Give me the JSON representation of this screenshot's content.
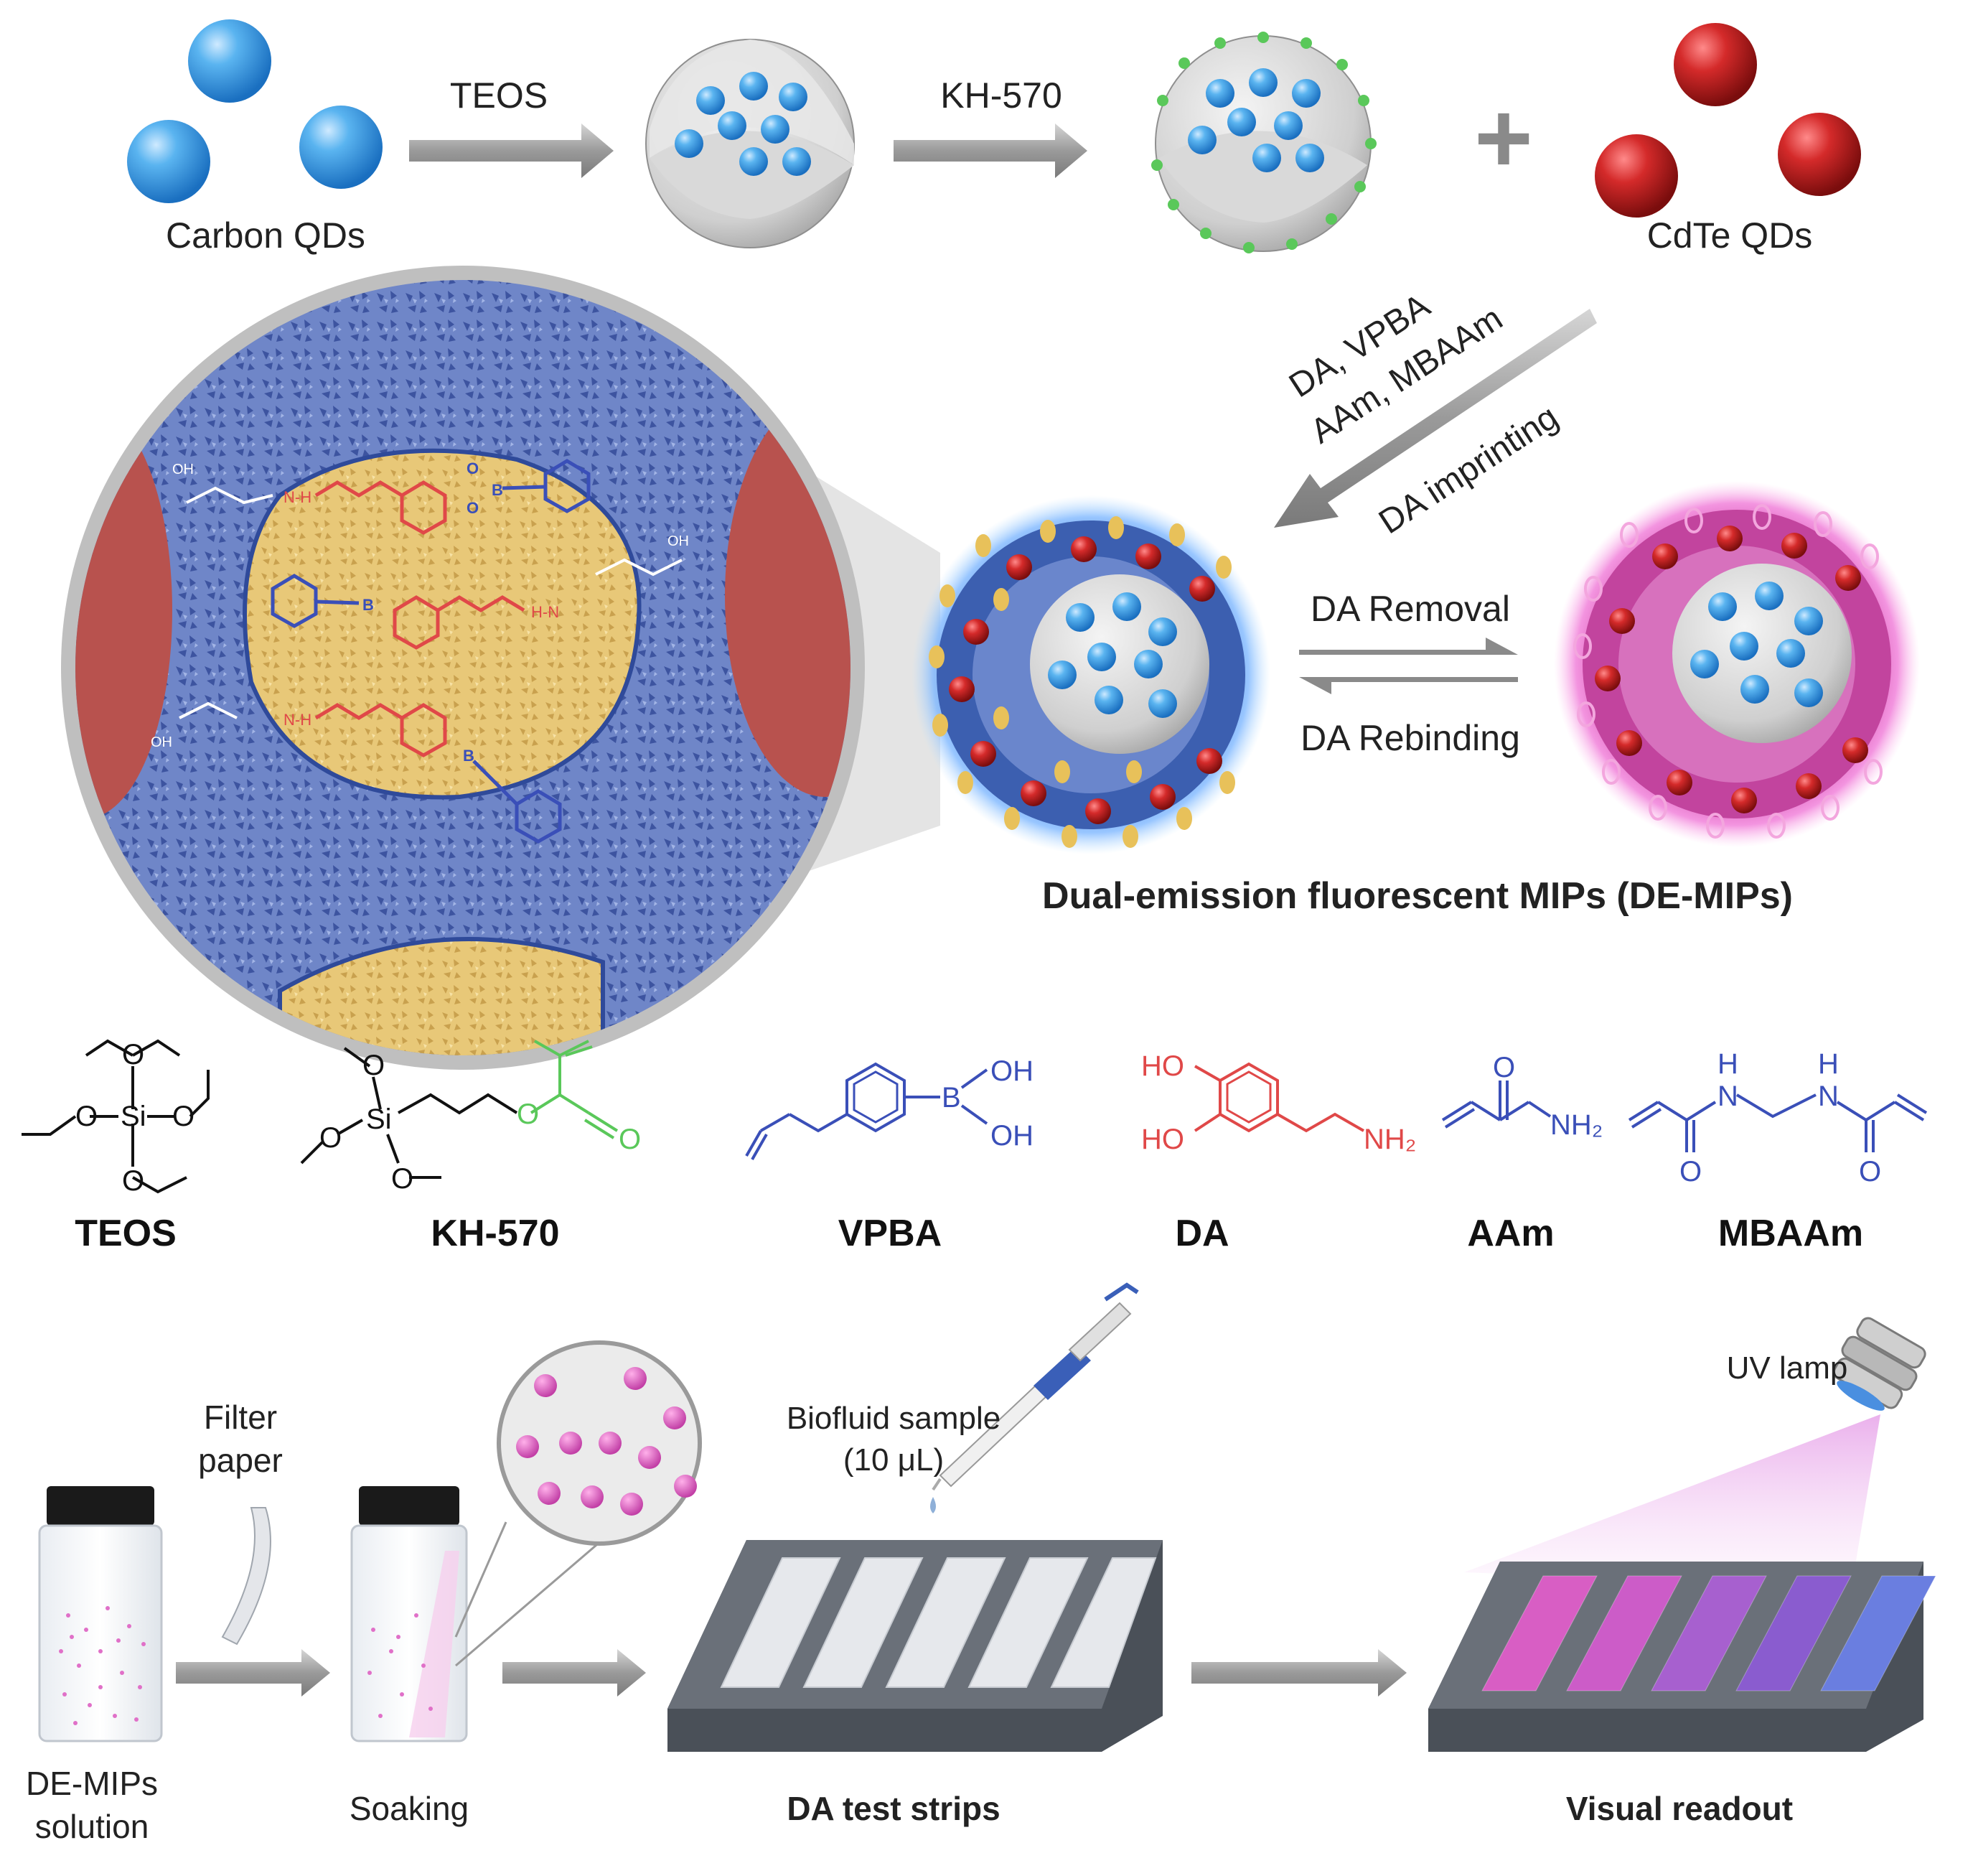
{
  "synthesis": {
    "carbon_qds": "Carbon QDs",
    "teos_step": "TEOS",
    "kh570_step": "KH-570",
    "plus_sign": "+",
    "cdte_qds": "CdTe QDs"
  },
  "imprinting": {
    "reagents_line1": "DA, VPBA",
    "reagents_line2": "AAm, MBAAm",
    "reagents_line3": "DA imprinting",
    "removal": "DA Removal",
    "rebinding": "DA Rebinding",
    "title": "Dual-emission fluorescent MIPs (DE-MIPs)"
  },
  "molecule_labels": {
    "oh": "OH",
    "ho": "HO",
    "o": "O",
    "b": "B",
    "n": "N",
    "h": "H",
    "nh": "N-H",
    "hn": "H-N"
  },
  "chemicals": [
    {
      "name": "TEOS",
      "atom_si": "Si",
      "atom_o": "O"
    },
    {
      "name": "KH-570",
      "atom_si": "Si",
      "atom_o": "O"
    },
    {
      "name": "VPBA",
      "atom_b": "B",
      "atom_oh": "OH"
    },
    {
      "name": "DA",
      "atom_ho": "HO",
      "atom_nh2": "NH₂"
    },
    {
      "name": "AAm",
      "atom_o": "O",
      "atom_nh2": "NH₂"
    },
    {
      "name": "MBAAm",
      "atom_o": "O",
      "atom_n": "N",
      "atom_h": "H"
    }
  ],
  "workflow": {
    "vial_label_line1": "DE-MIPs",
    "vial_label_line2": "solution",
    "filter_line1": "Filter",
    "filter_line2": "paper",
    "soaking": "Soaking",
    "sample_line1": "Biofluid sample",
    "sample_line2": "(10 μL)",
    "strips": "DA test strips",
    "uv_lamp": "UV lamp",
    "readout": "Visual readout"
  },
  "colors": {
    "carbon_qd": "#4aa3e8",
    "cdte_qd": "#d42a2a",
    "dopamine": "#e04848",
    "vpba": "#3a4fb8",
    "kh570_accent": "#5ac85a",
    "imprint_shell": "#3c5fb0",
    "readout_pink": "#e070c8",
    "readout_blue": "#6a7ee0"
  },
  "readout_strip_colors": [
    "#d85ec4",
    "#cc5cc8",
    "#a760cf",
    "#8a5ccf",
    "#6a7ee0"
  ]
}
